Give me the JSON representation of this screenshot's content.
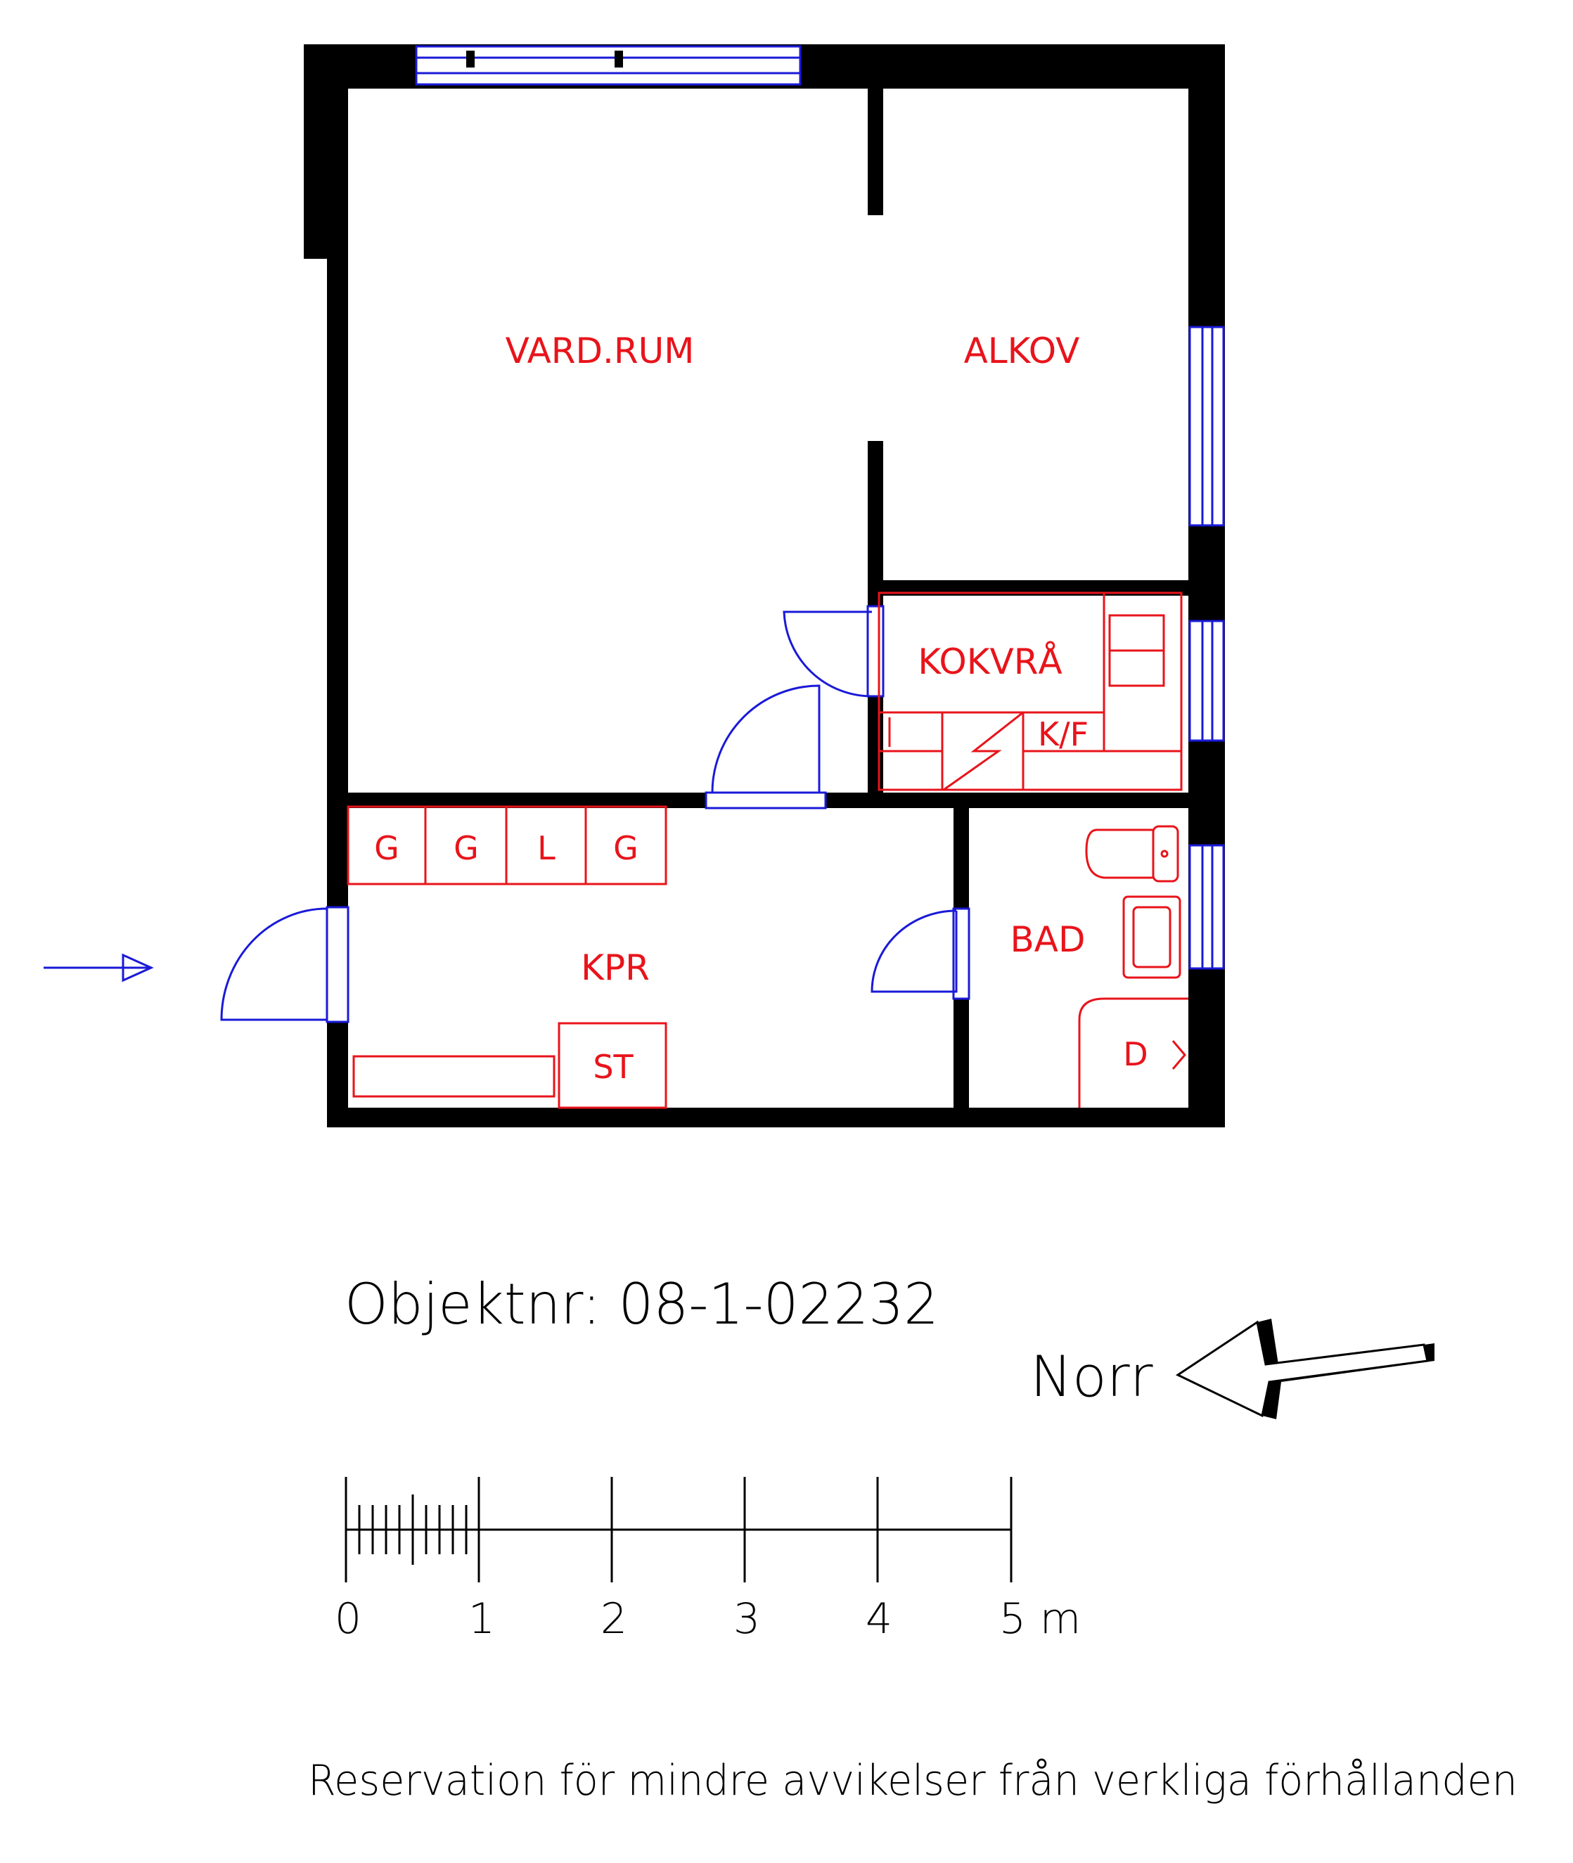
{
  "rooms": {
    "living": "VARD.RUM",
    "alcove": "ALKOV",
    "kitchenette": "KOKVRÅ",
    "hall": "KPR",
    "bath": "BAD"
  },
  "fixtures": {
    "fridge_freezer": "K/F",
    "wardrobes": [
      "G",
      "G",
      "L",
      "G"
    ],
    "storage": "ST",
    "dryer": "D"
  },
  "object_number": "Objektnr: 08-1-02232",
  "north_label": "Norr",
  "scale": {
    "ticks": [
      "0",
      "1",
      "2",
      "3",
      "4",
      "5"
    ],
    "unit": "m"
  },
  "disclaimer": "Reservation för mindre avvikelser från verkliga förhållanden",
  "colors": {
    "walls": "#000000",
    "labels": "#e8141b",
    "windows_doors": "#1a1ad8"
  }
}
